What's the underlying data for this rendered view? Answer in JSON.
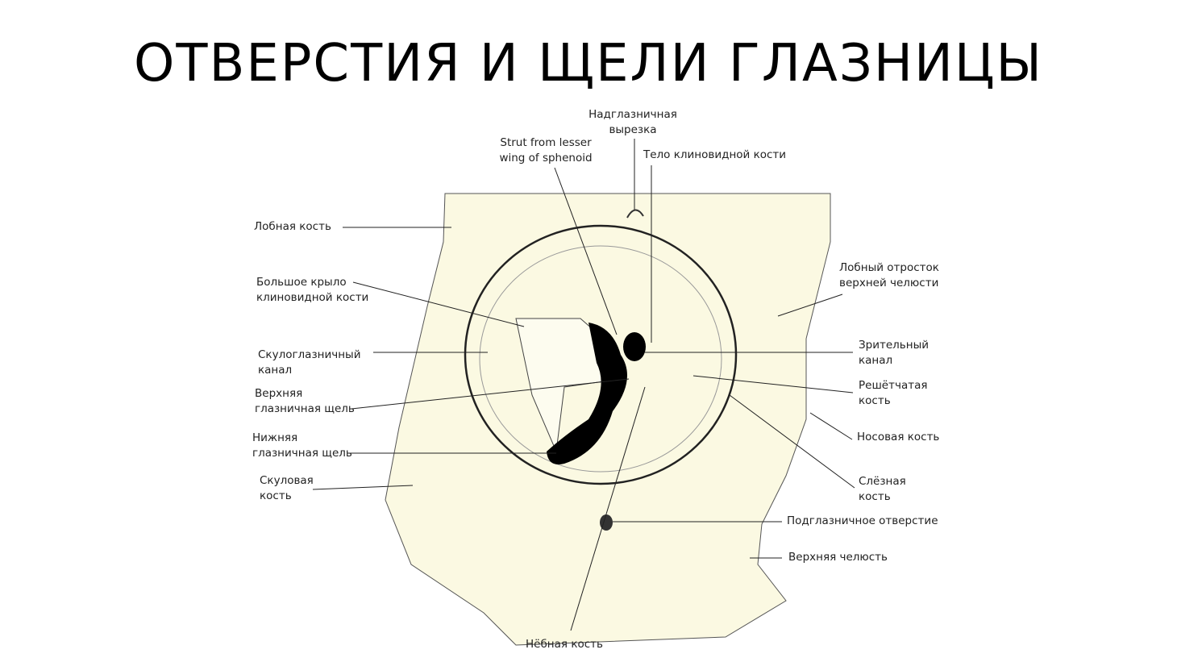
{
  "slide": {
    "title": "ОТВЕРСТИЯ И ЩЕЛИ ГЛАЗНИЦЫ"
  },
  "labels": {
    "supraorbital_notch": "Надглазничная\nвырезка",
    "strut": "Strut from lesser\nwing of sphenoid",
    "sphenoid_body": "Тело клиновидной кости",
    "frontal_bone": "Лобная кость",
    "greater_wing": "Большое крыло\nклиновидной кости",
    "zygomatico_orbital": "Скулоглазничный\nканал",
    "superior_fissure": "Верхняя\nглазничная щель",
    "inferior_fissure": "Нижняя\nглазничная щель",
    "zygomatic_bone": "Скуловая\nкость",
    "frontal_process": "Лобный отросток\nверхней челюсти",
    "optic_canal": "Зрительный\nканал",
    "ethmoid": "Решётчатая\nкость",
    "nasal_bone": "Носовая кость",
    "lacrimal": "Слёзная\nкость",
    "infraorbital_foramen": "Подглазничное отверстие",
    "maxilla": "Верхняя челюсть",
    "palatine": "Нёбная кость"
  },
  "colors": {
    "bone": "#fbf9e2",
    "line": "#222222"
  }
}
